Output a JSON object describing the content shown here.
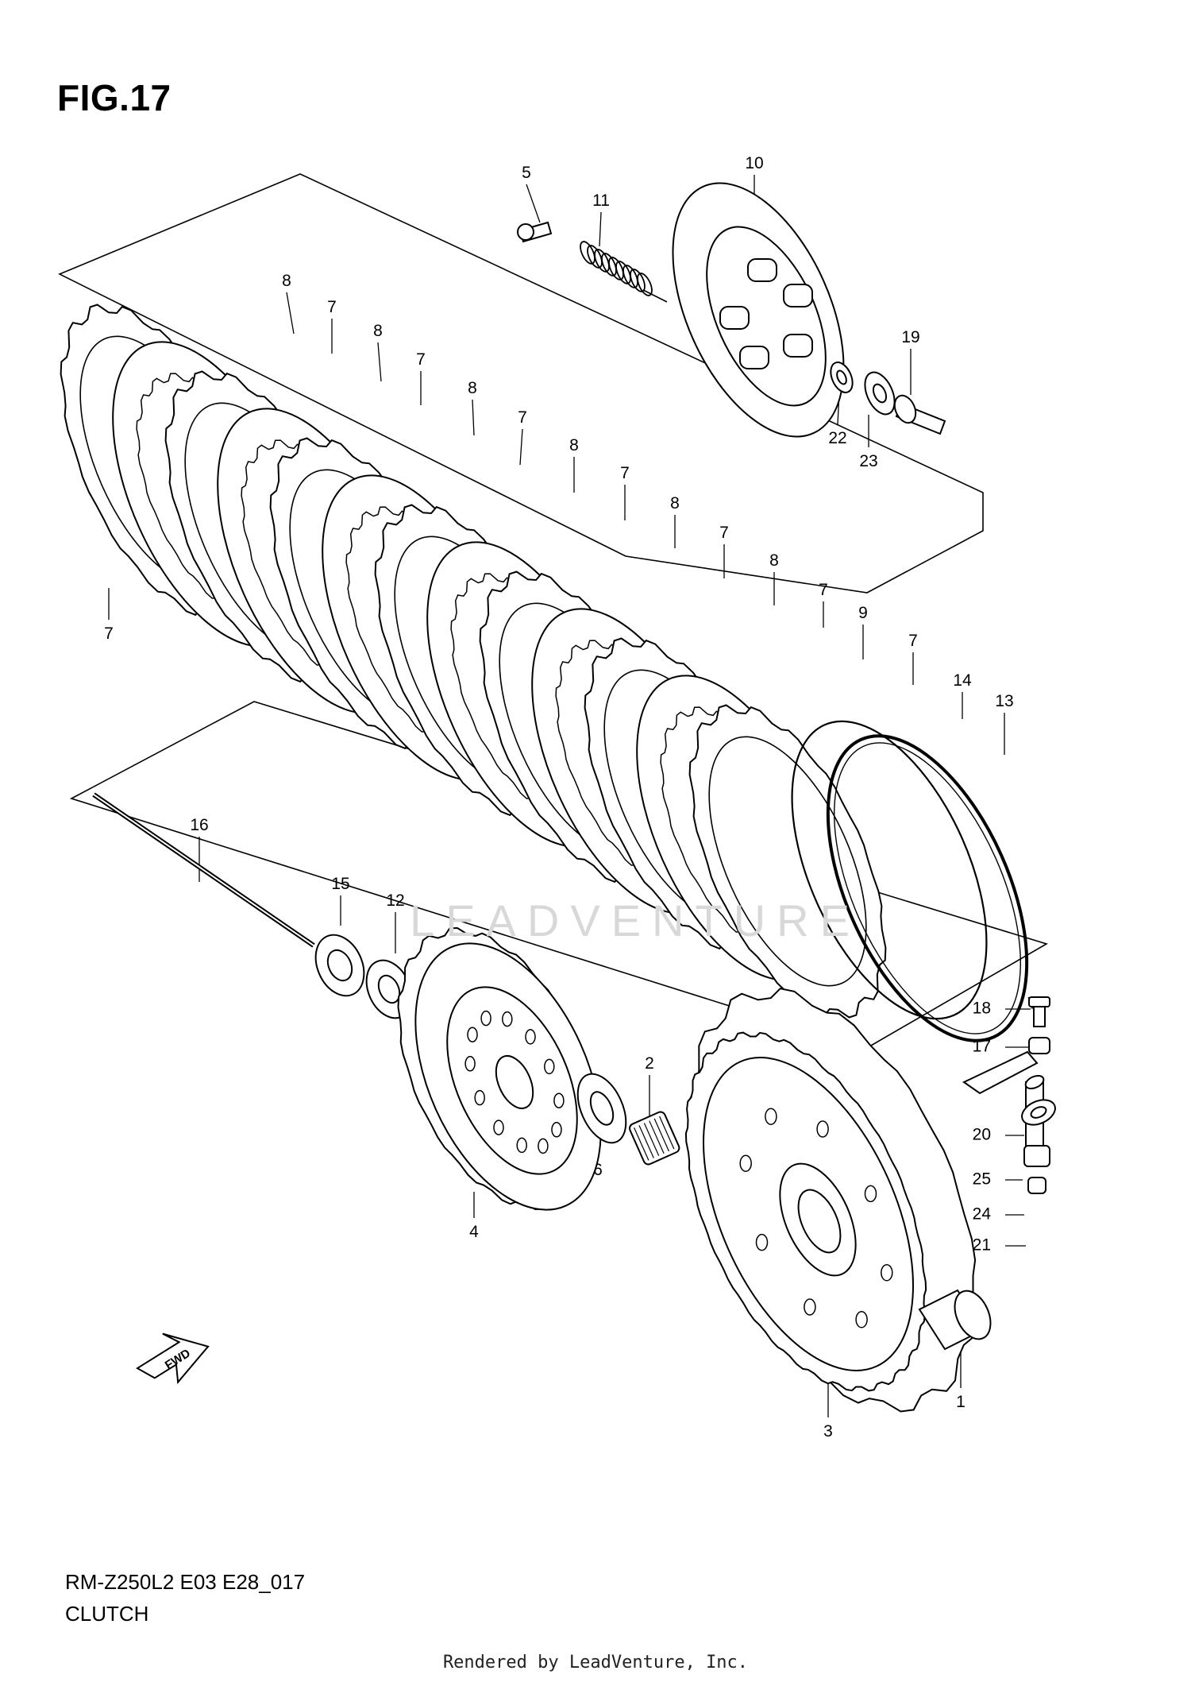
{
  "figure_title": "FIG.17",
  "callouts": [
    "1",
    "2",
    "3",
    "4",
    "5",
    "6",
    "7",
    "8",
    "9",
    "10",
    "11",
    "12",
    "13",
    "14",
    "15",
    "16",
    "17",
    "18",
    "19",
    "20",
    "21",
    "22",
    "23",
    "24",
    "25"
  ],
  "watermark_text": "LEADVENTURE",
  "fwd_label": "FWD",
  "model_code": "RM-Z250L2 E03 E28_017",
  "section_name": "CLUTCH",
  "footer": "Rendered by LeadVenture, Inc."
}
